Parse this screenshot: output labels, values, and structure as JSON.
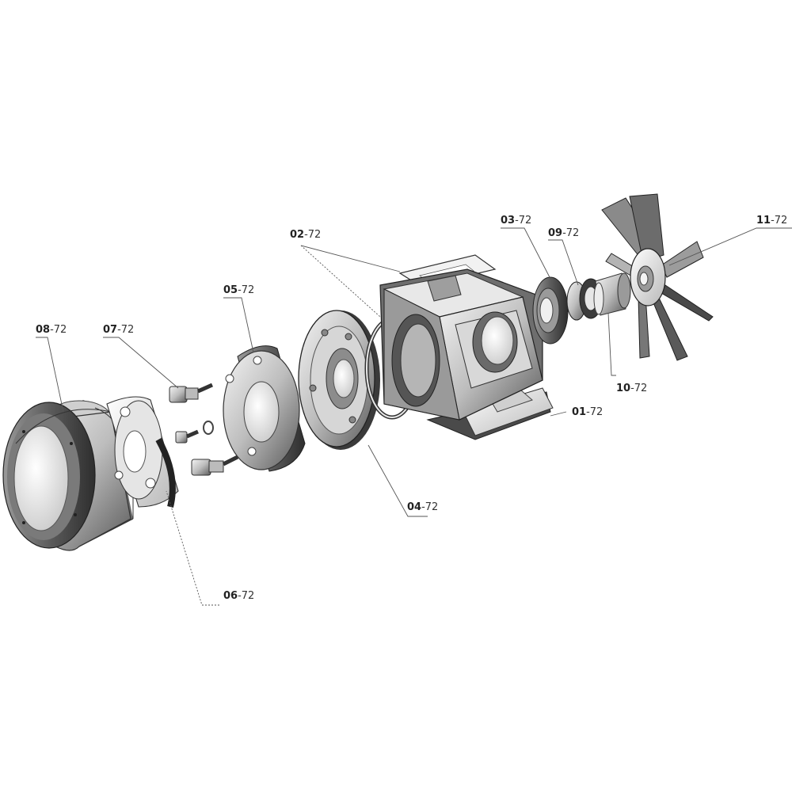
{
  "labels": {
    "l01": {
      "num": "01",
      "suf": "-72"
    },
    "l02": {
      "num": "02",
      "suf": "-72"
    },
    "l03": {
      "num": "03",
      "suf": "-72"
    },
    "l04": {
      "num": "04",
      "suf": "-72"
    },
    "l05": {
      "num": "05",
      "suf": "-72"
    },
    "l06": {
      "num": "06",
      "suf": "-72"
    },
    "l07": {
      "num": "07",
      "suf": "-72"
    },
    "l08": {
      "num": "08",
      "suf": "-72"
    },
    "l09": {
      "num": "09",
      "suf": "-72"
    },
    "l10": {
      "num": "10",
      "suf": "-72"
    },
    "l11": {
      "num": "11",
      "suf": "-72"
    }
  }
}
